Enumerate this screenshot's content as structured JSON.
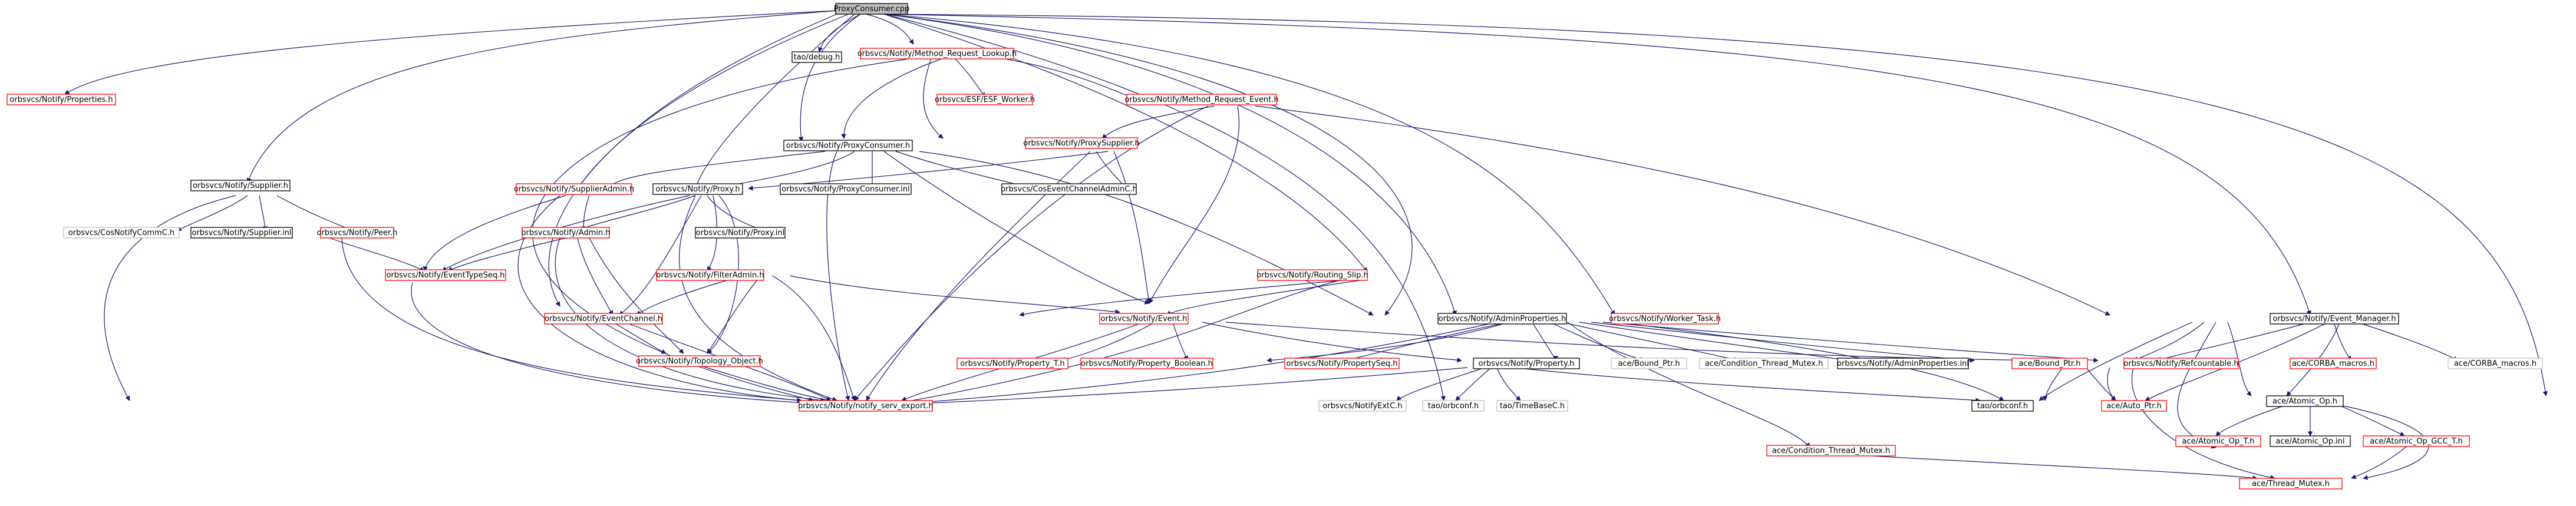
{
  "title": "ProxyConsumer.cpp",
  "colors": {
    "edge": "#191970",
    "documented_border": "#000000",
    "undocumented_border": "#ff0000",
    "external_border": "#bfbfbf",
    "root_fill": "#bfbfbf"
  },
  "nodes": {
    "root": "ProxyConsumer.cpp",
    "tao_debug": "tao/debug.h",
    "method_request_lookup": "orbsvcs/Notify/Method_Request_Lookup.h",
    "properties": "orbsvcs/Notify/Properties.h",
    "esf_worker": "orbsvcs/ESF/ESF_Worker.h",
    "method_request_event": "orbsvcs/Notify/Method_Request_Event.h",
    "proxy_consumer_h": "orbsvcs/Notify/ProxyConsumer.h",
    "proxy_supplier": "orbsvcs/Notify/ProxySupplier.h",
    "supplier_h": "orbsvcs/Notify/Supplier.h",
    "supplier_admin": "orbsvcs/Notify/SupplierAdmin.h",
    "proxy_h": "orbsvcs/Notify/Proxy.h",
    "proxy_consumer_inl": "orbsvcs/Notify/ProxyConsumer.inl",
    "cos_event_channel_admin": "orbsvcs/CosEventChannelAdminC.h",
    "cos_notify_comm": "orbsvcs/CosNotifyCommC.h",
    "supplier_inl": "orbsvcs/Notify/Supplier.inl",
    "peer": "orbsvcs/Notify/Peer.h",
    "admin": "orbsvcs/Notify/Admin.h",
    "proxy_inl": "orbsvcs/Notify/Proxy.inl",
    "event_type_seq": "orbsvcs/Notify/EventTypeSeq.h",
    "filter_admin": "orbsvcs/Notify/FilterAdmin.h",
    "routing_slip": "orbsvcs/Notify/Routing_Slip.h",
    "event_channel": "orbsvcs/Notify/EventChannel.h",
    "topology_object": "orbsvcs/Notify/Topology_Object.h",
    "event_h": "orbsvcs/Notify/Event.h",
    "admin_properties": "orbsvcs/Notify/AdminProperties.h",
    "worker_task": "orbsvcs/Notify/Worker_Task.h",
    "event_manager": "orbsvcs/Notify/Event_Manager.h",
    "property_t": "orbsvcs/Notify/Property_T.h",
    "property_boolean": "orbsvcs/Notify/Property_Boolean.h",
    "property_seq": "orbsvcs/Notify/PropertySeq.h",
    "property_h": "orbsvcs/Notify/Property.h",
    "bound_ptr": "ace/Bound_Ptr.h",
    "condition_thread_mutex_h": "ace/Condition_Thread_Mutex.h",
    "admin_properties_inl": "orbsvcs/Notify/AdminProperties.inl",
    "ace_bound_ptr_red": "ace/Bound_Ptr.h",
    "refcountable": "orbsvcs/Notify/Refcountable.h",
    "corba_macros_red": "ace/CORBA_macros.h",
    "corba_macros": "ace/CORBA_macros.h",
    "notify_serv_export": "orbsvcs/Notify/notify_serv_export.h",
    "notify_ext": "orbsvcs/NotifyExtC.h",
    "tao_orbconf": "tao/orbconf.h",
    "time_base": "tao/TimeBaseC.h",
    "tao_orbconf2": "tao/orbconf.h",
    "auto_ptr": "ace/Auto_Ptr.h",
    "atomic_op": "ace/Atomic_Op.h",
    "condition_thread_mutex_red": "ace/Condition_Thread_Mutex.h",
    "atomic_op_t": "ace/Atomic_Op_T.h",
    "atomic_op_inl": "ace/Atomic_Op.inl",
    "atomic_op_gcc": "ace/Atomic_Op_GCC_T.h",
    "thread_mutex": "ace/Thread_Mutex.h"
  }
}
